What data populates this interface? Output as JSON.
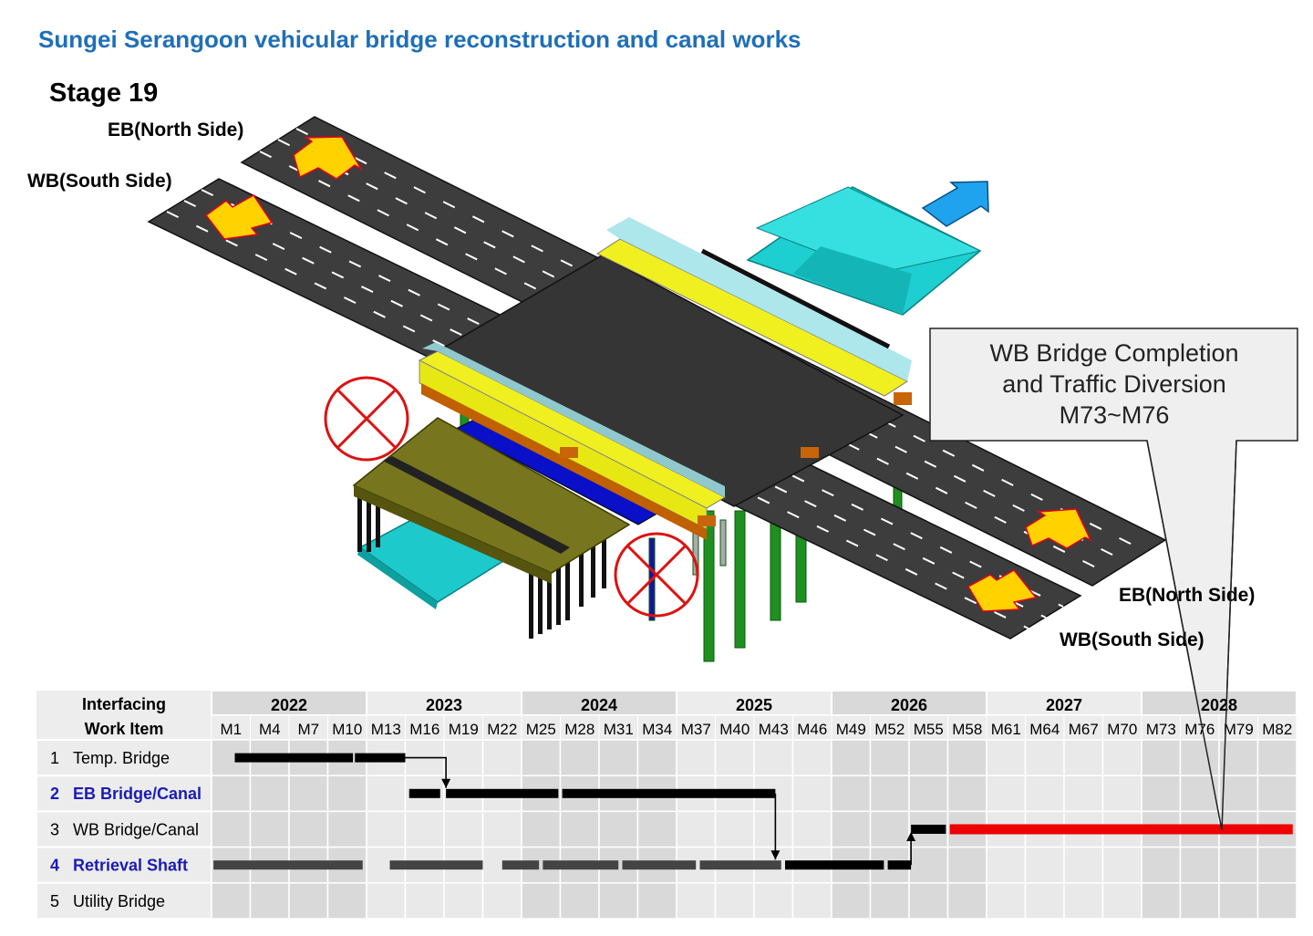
{
  "title": "Sungei Serangoon vehicular bridge reconstruction and canal works",
  "stage": "Stage 19",
  "roads": {
    "eb_top": "EB(North Side)",
    "wb_top": "WB(South Side)",
    "eb_bottom": "EB(North Side)",
    "wb_bottom": "WB(South Side)"
  },
  "callout": {
    "line1": "WB Bridge Completion",
    "line2": "and Traffic Diversion",
    "line3": "M73~M76"
  },
  "schedule": {
    "header_line1": "Interfacing",
    "header_line2": "Work Item",
    "years": [
      "2022",
      "2023",
      "2024",
      "2025",
      "2026",
      "2027",
      "2028"
    ],
    "months": [
      "M1",
      "M4",
      "M7",
      "M10",
      "M13",
      "M16",
      "M19",
      "M22",
      "M25",
      "M28",
      "M31",
      "M34",
      "M37",
      "M40",
      "M43",
      "M46",
      "M49",
      "M52",
      "M55",
      "M58",
      "M61",
      "M64",
      "M67",
      "M70",
      "M73",
      "M76",
      "M79",
      "M82"
    ],
    "rows": [
      {
        "num": "1",
        "label": "Temp. Bridge",
        "highlight": false
      },
      {
        "num": "2",
        "label": "EB Bridge/Canal",
        "highlight": true
      },
      {
        "num": "3",
        "label": "WB Bridge/Canal",
        "highlight": false
      },
      {
        "num": "4",
        "label": "Retrieval Shaft",
        "highlight": true
      },
      {
        "num": "5",
        "label": "Utility Bridge",
        "highlight": false
      }
    ]
  },
  "colors": {
    "title": "#1f6fb8",
    "highlight_text": "#1b1bb5",
    "active_bar": "#000000",
    "completed_bar": "#444444",
    "current_bar": "#ee0000",
    "road": "#3d3d3d",
    "traffic_arrow": "#ffd200",
    "canal": "#2ed6d6",
    "flow_arrow": "#1fa3ee",
    "deck": "#f0f020",
    "removed_marker": "#dd1111"
  },
  "icons": [
    "traffic-arrow-icon",
    "flow-arrow-icon",
    "removed-cross-icon"
  ]
}
